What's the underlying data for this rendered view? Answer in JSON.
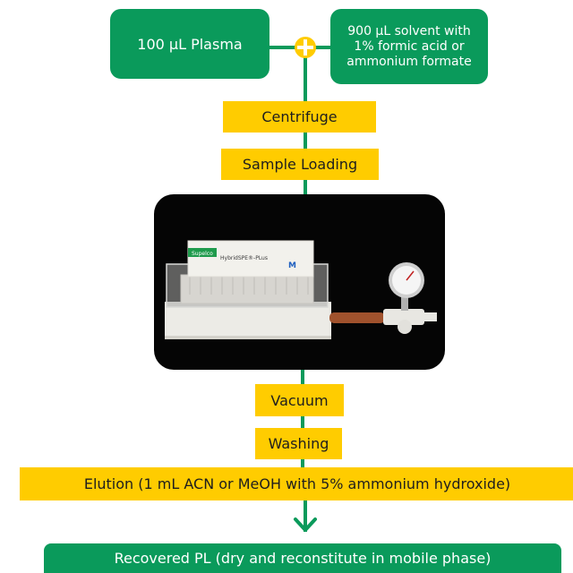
{
  "inputs": {
    "plasma_label": "100 µL Plasma",
    "solvent_line1": "900 µL solvent with",
    "solvent_line2": "1% formic acid or",
    "solvent_line3": "ammonium formate"
  },
  "steps": {
    "centrifuge": "Centrifuge",
    "sample_loading": "Sample Loading",
    "vacuum": "Vacuum",
    "washing": "Washing",
    "elution": "Elution (1 mL ACN or MeOH with 5% ammonium hydroxide)"
  },
  "photo": {
    "plate_brand": "HybridSPE®-PLus",
    "plate_tag": "Supelco"
  },
  "output": {
    "recovered_label": "Recovered PL (dry and reconstitute in mobile phase)"
  },
  "colors": {
    "green": "#0a9a5b",
    "yellow": "#ffcc00",
    "photo_background": "#050505"
  }
}
